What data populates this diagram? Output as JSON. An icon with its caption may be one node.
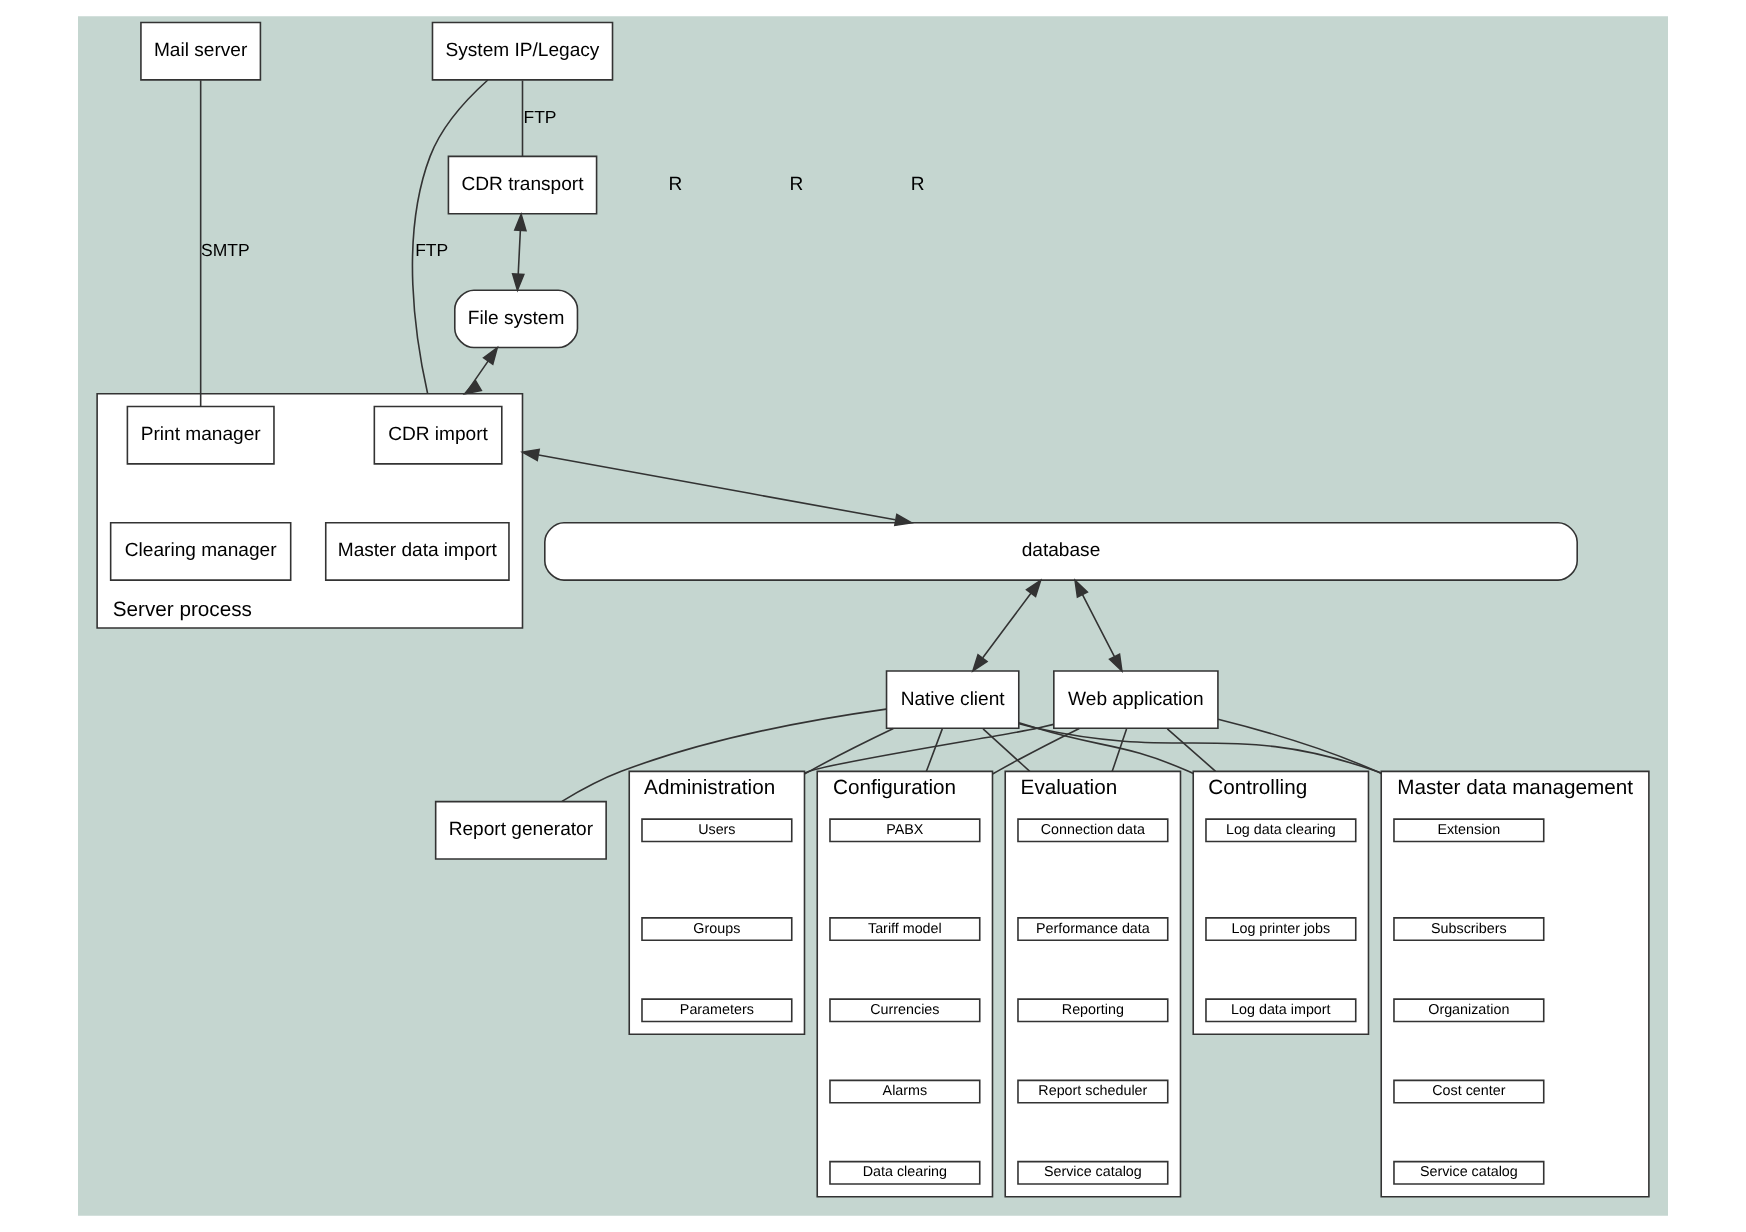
{
  "diagram": {
    "nodes": [
      {
        "text": [
          "System IP/Legacy"
        ]
      },
      {
        "text": [
          "Mail server"
        ]
      },
      {
        "text": [
          "CDR transport"
        ]
      },
      {
        "text": [
          "File system"
        ]
      },
      {
        "text": [
          "Server process"
        ]
      },
      {
        "text": [
          "CDR import"
        ],
        "in": 4
      },
      {
        "text": [
          "Print manager"
        ],
        "in": 4
      },
      {
        "text": [
          "Master data import"
        ],
        "in": 4
      },
      {
        "text": [
          "Clearing manager"
        ],
        "in": 4
      },
      {
        "text": [
          "database"
        ]
      },
      {
        "text": [
          "Native client"
        ]
      },
      {
        "text": [
          "Web application"
        ]
      },
      {
        "text": [
          "Report generator"
        ]
      },
      {
        "text": [
          "Master data management"
        ]
      },
      {
        "text": [
          "Extension"
        ],
        "in": 13
      },
      {
        "text": [
          "Subscribers"
        ],
        "in": 13
      },
      {
        "text": [
          "Organization"
        ],
        "in": 13
      },
      {
        "text": [
          "Cost center"
        ],
        "in": 13
      },
      {
        "text": [
          "Service catalog"
        ],
        "in": 13
      },
      {
        "text": [
          "Evaluation"
        ]
      },
      {
        "text": [
          "Connection data"
        ],
        "in": 19
      },
      {
        "text": [
          "Performance data"
        ],
        "in": 19
      },
      {
        "text": [
          "Reporting"
        ],
        "in": 19
      },
      {
        "text": [
          "Report scheduler"
        ],
        "in": 19
      },
      {
        "text": [
          "Service catalog"
        ],
        "in": 19
      },
      {
        "text": [
          "Controlling"
        ]
      },
      {
        "text": [
          "Log data clearing"
        ],
        "in": 25
      },
      {
        "text": [
          "Log printer jobs"
        ],
        "in": 25
      },
      {
        "text": [
          "Log data import"
        ],
        "in": 25
      },
      {
        "text": [
          "Configuration"
        ]
      },
      {
        "text": [
          "PABX"
        ],
        "in": 29
      },
      {
        "text": [
          "Tariff model"
        ],
        "in": 29
      },
      {
        "text": [
          "Currencies"
        ],
        "in": 29
      },
      {
        "text": [
          "Alarms"
        ],
        "in": 29
      },
      {
        "text": [
          "Data clearing"
        ],
        "in": 29
      },
      {
        "text": [
          "Administration"
        ]
      },
      {
        "text": [
          "Users"
        ],
        "in": 35
      },
      {
        "text": [
          "Groups"
        ],
        "in": 35
      },
      {
        "text": [
          "Parameters"
        ],
        "in": 35
      }
    ],
    "edges": [
      {
        "from": 0,
        "to": 2,
        "arrow": "none",
        "label": "FTP"
      },
      {
        "from": 0,
        "to": 4,
        "arrow": "none",
        "label": "FTP"
      },
      {
        "from": 1,
        "to": 6,
        "arrow": "none",
        "label": "SMTP"
      },
      {
        "from": 2,
        "to": 3,
        "arrow": "both"
      },
      {
        "from": 3,
        "to": 4,
        "arrow": "both"
      },
      {
        "from": 4,
        "to": 9,
        "arrow": "both"
      },
      {
        "from": 9,
        "to": 10,
        "arrow": "both"
      },
      {
        "from": 9,
        "to": 11,
        "arrow": "both"
      },
      {
        "from": 10,
        "to": 12,
        "arrow": "none"
      },
      {
        "from": 10,
        "to": 13,
        "arrow": "none"
      },
      {
        "from": 10,
        "to": 19,
        "arrow": "none"
      },
      {
        "from": 10,
        "to": 25,
        "arrow": "none"
      },
      {
        "from": 10,
        "to": 29,
        "arrow": "none"
      },
      {
        "from": 10,
        "to": 35,
        "arrow": "none"
      },
      {
        "from": 11,
        "to": 13,
        "arrow": "none"
      },
      {
        "from": 11,
        "to": 19,
        "arrow": "none"
      },
      {
        "from": 11,
        "to": 25,
        "arrow": "none"
      },
      {
        "from": 11,
        "to": 29,
        "arrow": "none"
      },
      {
        "from": 11,
        "to": 35,
        "arrow": "none"
      }
    ],
    "labels": [
      "R",
      "R",
      "R"
    ]
  }
}
